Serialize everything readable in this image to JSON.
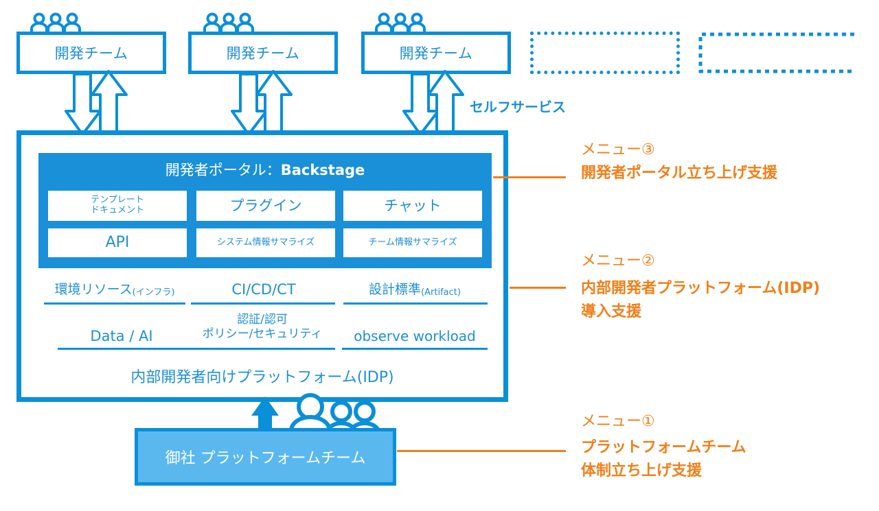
{
  "teams": [
    {
      "label": "開発チーム"
    },
    {
      "label": "開発チーム"
    },
    {
      "label": "開発チーム"
    }
  ],
  "self_service": "セルフサービス",
  "portal": {
    "title_ja": "開発者ポータル：",
    "title_en": "Backstage",
    "cells": {
      "template_docs_line1": "テンプレート",
      "template_docs_line2": "ドキュメント",
      "plugin": "プラグイン",
      "chat": "チャット",
      "api": "API",
      "system_summary": "システム情報サマライズ",
      "team_summary": "チーム情報サマライズ"
    }
  },
  "infra": {
    "env_resource": "環境リソース",
    "env_resource_note": "(インフラ)",
    "cicdct": "CI/CD/CT",
    "design_standard": "設計標準",
    "design_standard_note": "(Artifact)",
    "data_ai": "Data / AI",
    "auth_line1": "認証/認可",
    "auth_line2": "ポリシー/セキュリティ",
    "observe": "observe workload"
  },
  "idp_footer": "内部開発者向けプラットフォーム(IDP)",
  "platform_team": "御社 プラットフォームチーム",
  "menus": [
    {
      "title": "メニュー③",
      "desc_line1": "開発者ポータル立ち上げ支援",
      "desc_line2": ""
    },
    {
      "title": "メニュー②",
      "desc_line1": "内部開発者プラットフォーム(IDP)",
      "desc_line2": "導入支援"
    },
    {
      "title": "メニュー①",
      "desc_line1": "プラットフォームチーム",
      "desc_line2": "体制立ち上げ支援"
    }
  ],
  "colors": {
    "primary_blue": "#0a8fd9",
    "text_blue": "#1d8fd6",
    "light_blue": "#5ab8ef",
    "orange": "#f07f18"
  }
}
